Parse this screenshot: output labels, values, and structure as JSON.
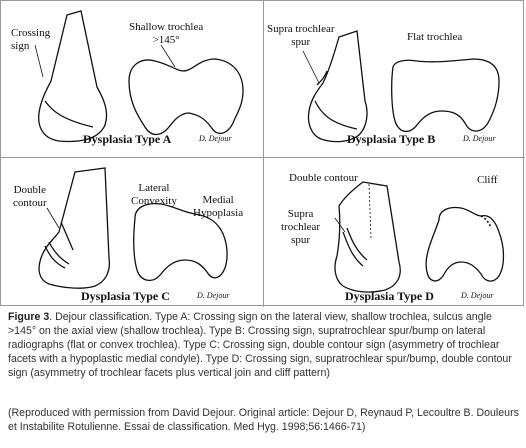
{
  "panels": {
    "a": {
      "title": "Dysplasia Type A",
      "credit": "D. Dejour",
      "label_crossing": [
        "Crossing",
        "sign"
      ],
      "label_shallow": [
        "Shallow trochlea",
        ">145°"
      ]
    },
    "b": {
      "title": "Dysplasia Type B",
      "credit": "D. Dejour",
      "label_spur": [
        "Supra trochlear",
        "spur"
      ],
      "label_flat": "Flat trochlea"
    },
    "c": {
      "title": "Dysplasia Type C",
      "credit": "D. Dejour",
      "label_double": [
        "Double",
        "contour"
      ],
      "label_lateral": [
        "Lateral",
        "Convexity"
      ],
      "label_medial": [
        "Medial",
        "Hypoplasia"
      ]
    },
    "d": {
      "title": "Dysplasia Type D",
      "credit": "D. Dejour",
      "label_double": "Double contour",
      "label_cliff": "Cliff",
      "label_spur": [
        "Supra",
        "trochlear",
        "spur"
      ]
    }
  },
  "caption": {
    "figure_label": "Figure 3",
    "text": ". Dejour classification. Type A: Crossing sign on the lateral view, shallow trochlea, sulcus angle >145° on the axial view (shallow trochlea). Type B: Crossing sign, supratrochlear spur/bump on lateral radiographs (flat or convex trochlea). Type C: Crossing sign, double contour sign (asymmetry of trochlear facets with a hypoplastic medial condyle). Type D: Crossing sign, supratrochlear spur/bump, double contour sign (asymmetry of trochlear facets plus vertical join and cliff pattern)"
  },
  "reproduction_note": "(Reproduced with permission from David Dejour. Original article: Dejour D, Reynaud P, Lecoultre B. Douleurs et Instabilite Rotulienne. Essai de classification. Med Hyg. 1998;56:1466-71)"
}
